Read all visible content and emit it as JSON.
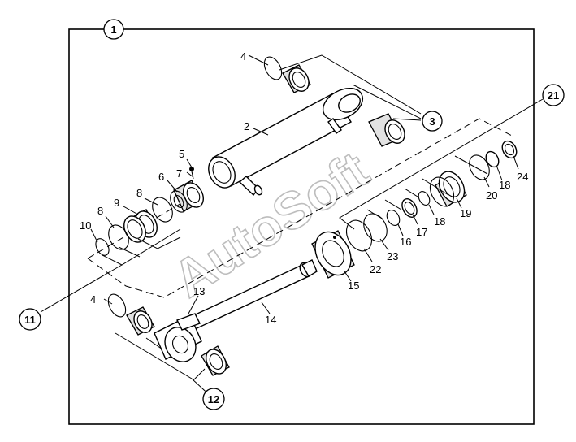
{
  "watermark": "AutoSoft",
  "callouts": [
    {
      "id": "c1",
      "text": "1"
    },
    {
      "id": "c3",
      "text": "3"
    },
    {
      "id": "c11",
      "text": "11"
    },
    {
      "id": "c12",
      "text": "12"
    },
    {
      "id": "c21",
      "text": "21"
    }
  ],
  "labels": [
    {
      "id": "l2",
      "text": "2"
    },
    {
      "id": "l4a",
      "text": "4"
    },
    {
      "id": "l4b",
      "text": "4"
    },
    {
      "id": "l5",
      "text": "5"
    },
    {
      "id": "l6",
      "text": "6"
    },
    {
      "id": "l7",
      "text": "7"
    },
    {
      "id": "l8a",
      "text": "8"
    },
    {
      "id": "l8b",
      "text": "8"
    },
    {
      "id": "l9",
      "text": "9"
    },
    {
      "id": "l10",
      "text": "10"
    },
    {
      "id": "l13",
      "text": "13"
    },
    {
      "id": "l14",
      "text": "14"
    },
    {
      "id": "l15",
      "text": "15"
    },
    {
      "id": "l16",
      "text": "16"
    },
    {
      "id": "l17",
      "text": "17"
    },
    {
      "id": "l18a",
      "text": "18"
    },
    {
      "id": "l18b",
      "text": "18"
    },
    {
      "id": "l19",
      "text": "19"
    },
    {
      "id": "l20",
      "text": "20"
    },
    {
      "id": "l22",
      "text": "22"
    },
    {
      "id": "l23",
      "text": "23"
    },
    {
      "id": "l24",
      "text": "24"
    }
  ]
}
